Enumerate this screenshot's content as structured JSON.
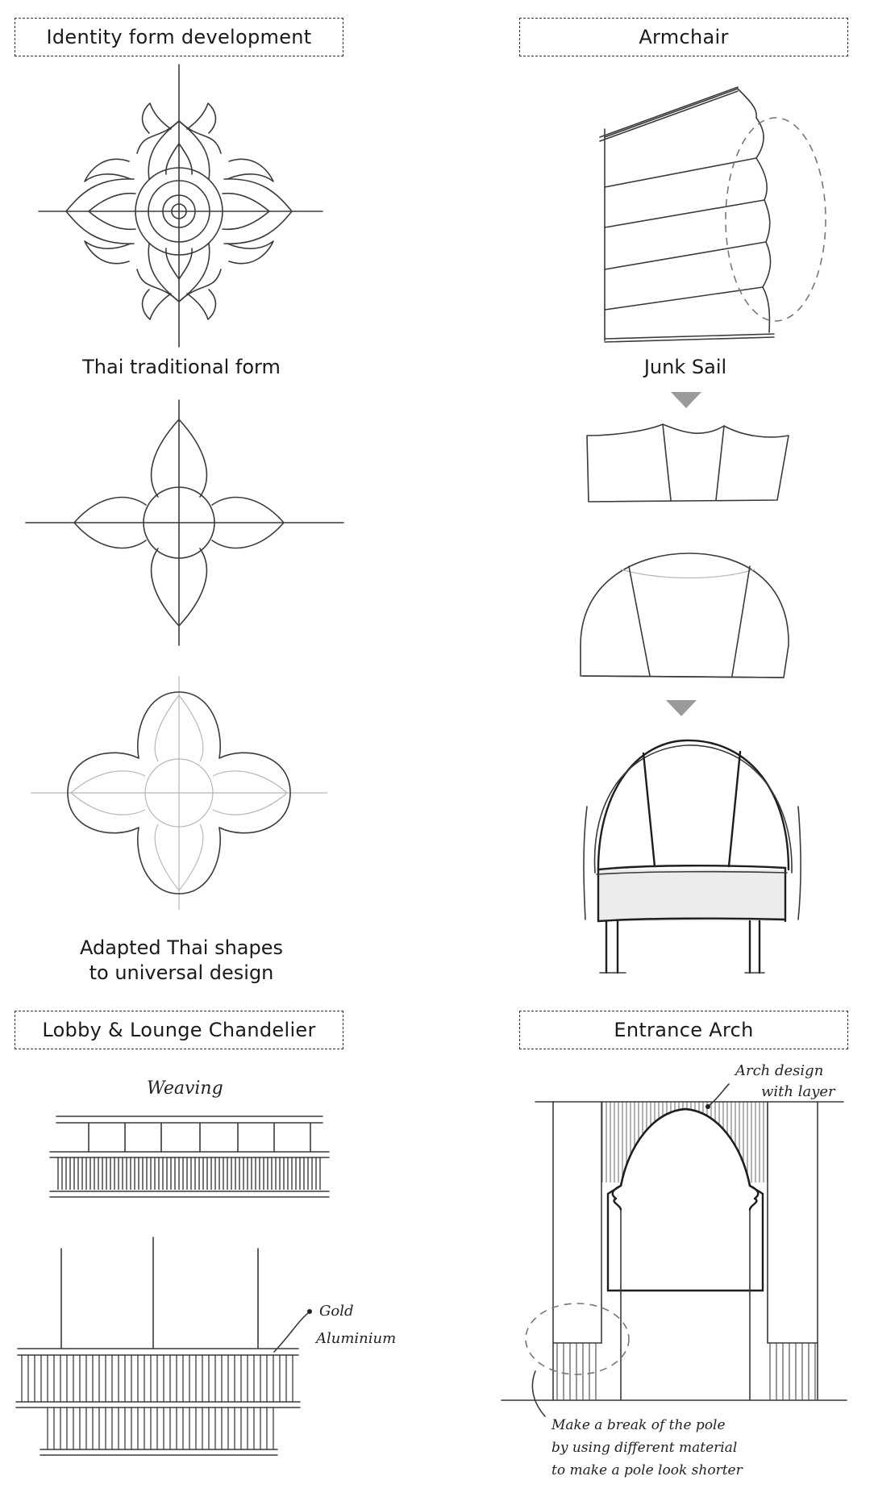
{
  "sections": {
    "identity": {
      "title": "Identity form development",
      "caption_traditional": "Thai traditional form",
      "caption_adapted_line1": "Adapted Thai shapes",
      "caption_adapted_line2": "to universal design"
    },
    "armchair": {
      "title": "Armchair",
      "caption_sail": "Junk Sail"
    },
    "chandelier": {
      "title": "Lobby & Lounge Chandelier",
      "note_weaving": "Weaving",
      "note_material_line1": "Gold",
      "note_material_line2": "Aluminium"
    },
    "arch": {
      "title": "Entrance Arch",
      "note_arch_line1": "Arch design",
      "note_arch_line2": "with layer",
      "note_pole_line1": "Make a break of the pole",
      "note_pole_line2": "by using different material",
      "note_pole_line3": "to make a pole look shorter"
    }
  },
  "colors": {
    "ink": "#3a3a3a",
    "dark_ink": "#1e1e1e",
    "light_ink": "#b7b7b7",
    "arrow": "#9a9a9a",
    "pencil_shade": "#e4e4e4"
  },
  "icons": [
    "down-arrow-icon",
    "down-arrow-icon"
  ]
}
